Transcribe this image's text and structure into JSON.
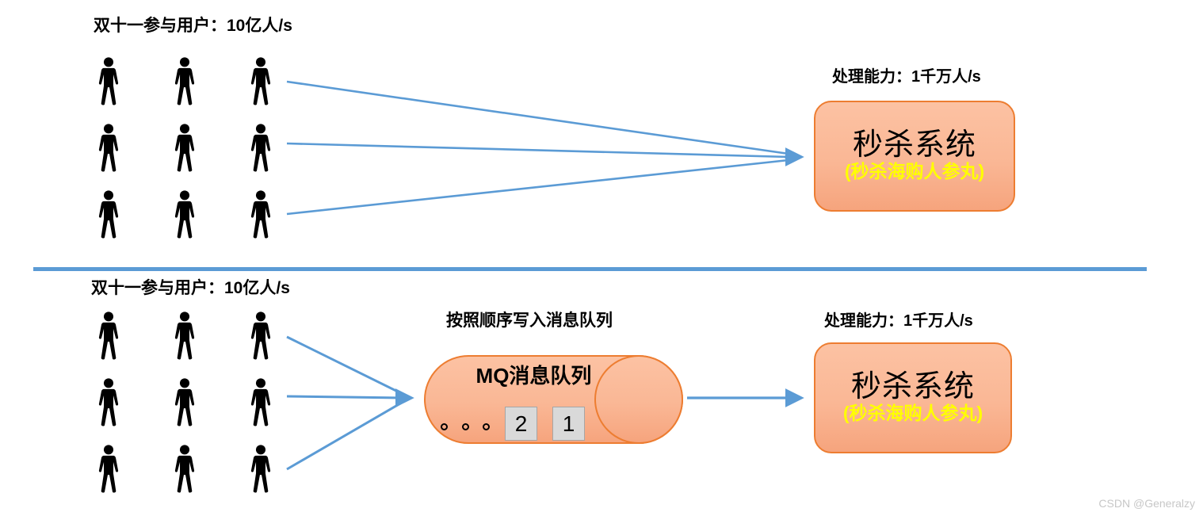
{
  "top": {
    "users_label": "双十一参与用户：10亿人/s",
    "capacity_label": "处理能力：1千万人/s",
    "system": {
      "title": "秒杀系统",
      "subtitle": "(秒杀海购人参丸)"
    }
  },
  "bottom": {
    "users_label": "双十一参与用户：10亿人/s",
    "queue_note": "按照顺序写入消息队列",
    "capacity_label": "处理能力：1千万人/s",
    "mq": {
      "title": "MQ消息队列",
      "items": [
        "2",
        "1"
      ]
    },
    "system": {
      "title": "秒杀系统",
      "subtitle": "(秒杀海购人参丸)"
    }
  },
  "watermark": "CSDN @Generalzy",
  "colors": {
    "arrow_blue": "#5B9BD5",
    "divider_blue": "#5B9BD5",
    "box_border_orange": "#ED7D31",
    "box_fill_light": "#FCC2A3",
    "box_fill_dark": "#F6A47D",
    "subtitle_yellow": "#FFFF00",
    "queue_item_gray": "#D9D9D9",
    "person_black": "#000000"
  },
  "icons": {
    "person": "person-icon",
    "arrow": "arrow-right-icon"
  }
}
